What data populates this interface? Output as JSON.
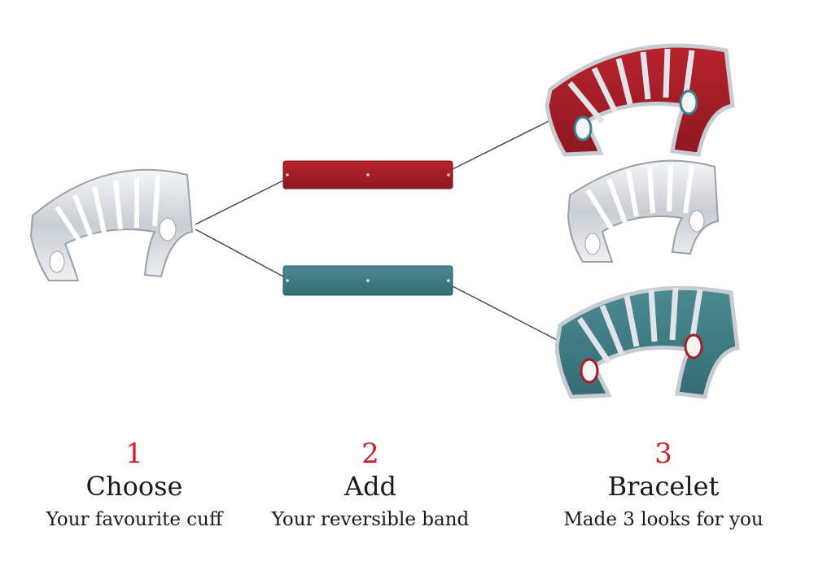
{
  "colors": {
    "number": "#d41f2a",
    "red_band": "#a81e26",
    "teal_band": "#3f7f86",
    "silver": "#d7dbe0",
    "connector": "#4a4a4a"
  },
  "icons": {
    "cuff": "silver-cuff-icon",
    "red_band": "red-band-icon",
    "teal_band": "teal-band-icon",
    "red_bracelet": "red-bracelet-icon",
    "silver_bracelet": "silver-bracelet-icon",
    "teal_bracelet": "teal-bracelet-icon"
  },
  "steps": [
    {
      "number": "1",
      "title": "Choose",
      "subtitle": "Your favourite cuff"
    },
    {
      "number": "2",
      "title": "Add",
      "subtitle": "Your reversible band"
    },
    {
      "number": "3",
      "title": "Bracelet",
      "subtitle": "Made 3 looks for you"
    }
  ]
}
